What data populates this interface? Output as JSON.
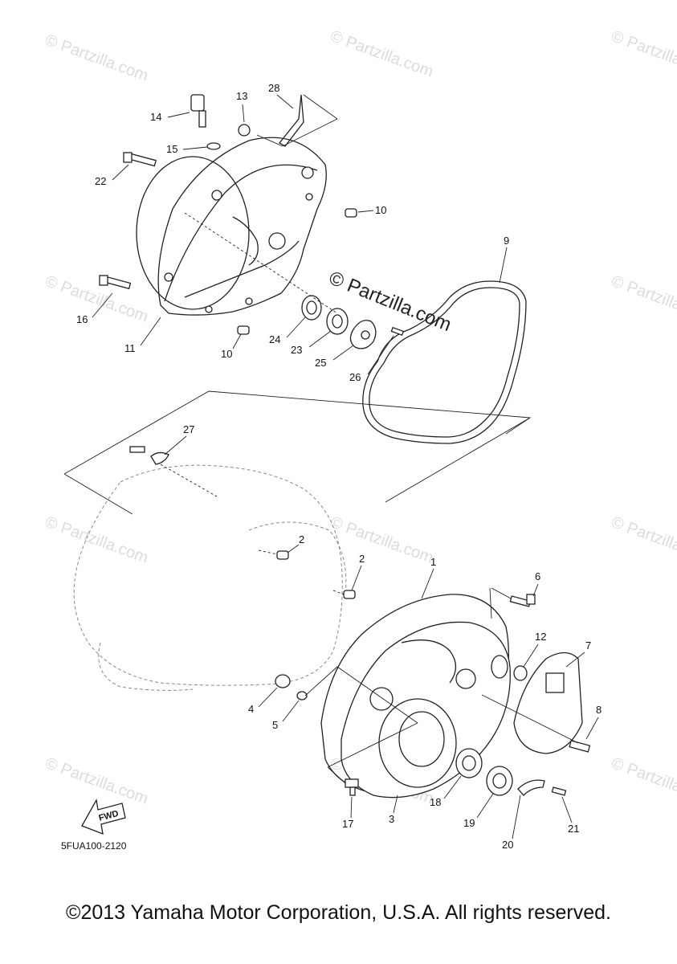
{
  "diagram": {
    "callouts": {
      "c1": "1",
      "c2a": "2",
      "c2b": "2",
      "c3": "3",
      "c4": "4",
      "c5": "5",
      "c6": "6",
      "c7": "7",
      "c8": "8",
      "c9": "9",
      "c10a": "10",
      "c10b": "10",
      "c11": "11",
      "c12": "12",
      "c13": "13",
      "c14": "14",
      "c15": "15",
      "c16": "16",
      "c17": "17",
      "c18": "18",
      "c19": "19",
      "c20": "20",
      "c21": "21",
      "c22": "22",
      "c23": "23",
      "c24": "24",
      "c25": "25",
      "c26": "26",
      "c27": "27",
      "c28": "28"
    },
    "diagram_code": "5FUA100-2120",
    "fwd_label": "FWD",
    "watermark_main": "© Partzilla.com",
    "watermark_small": "© Partzilla.com"
  },
  "footer": {
    "copyright": "©2013 Yamaha Motor Corporation, U.S.A. All rights reserved."
  }
}
